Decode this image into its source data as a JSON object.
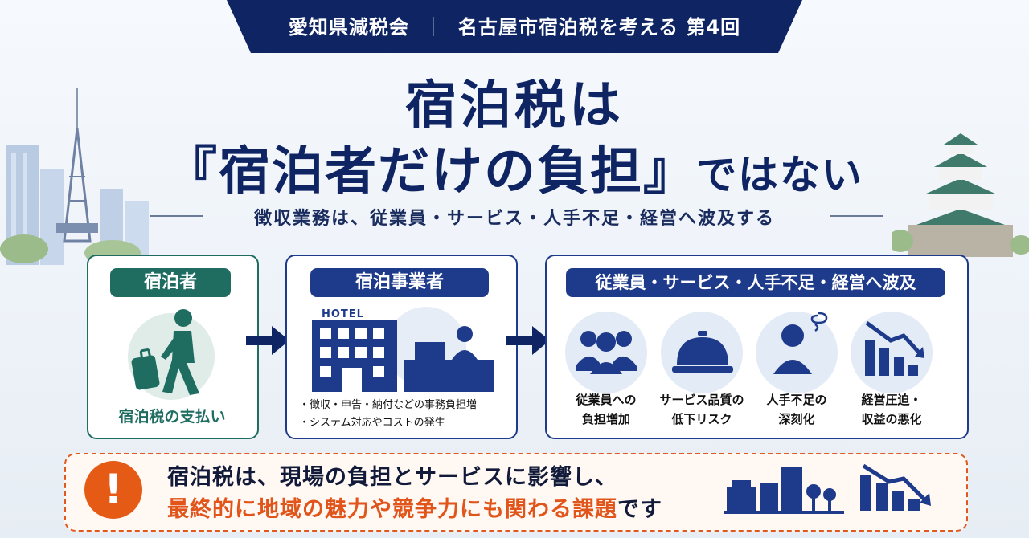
{
  "header": {
    "org": "愛知県減税会",
    "separator": "｜",
    "series": "名古屋市宿泊税を考える 第4回"
  },
  "title": {
    "line1": "宿泊税は",
    "line2_open": "『",
    "line2_main": "宿泊者だけの負担",
    "line2_close": "』",
    "line2_tail": "ではない"
  },
  "subtitle": "徴収業務は、従業員・サービス・人手不足・経営へ波及する",
  "guest_panel": {
    "label": "宿泊者",
    "caption": "宿泊税の支払い"
  },
  "operator_panel": {
    "label": "宿泊事業者",
    "hotel_sign": "HOTEL",
    "bullets": [
      "徴収・申告・納付などの事務負担増",
      "システム対応やコストの発生"
    ]
  },
  "impact_panel": {
    "label": "従業員・サービス・人手不足・経営へ波及",
    "items": [
      {
        "line1": "従業員への",
        "line2": "負担増加",
        "icon": "people-icon"
      },
      {
        "line1": "サービス品質の",
        "line2": "低下リスク",
        "icon": "service-bell-icon"
      },
      {
        "line1": "人手不足の",
        "line2": "深刻化",
        "icon": "stressed-person-icon"
      },
      {
        "line1": "経営圧迫・",
        "line2": "収益の悪化",
        "icon": "declining-chart-icon"
      }
    ]
  },
  "callout": {
    "mark": "!",
    "line1": "宿泊税は、現場の負担とサービスに影響し、",
    "line2_highlight": "最終的に地域の魅力や競争力にも関わる課題",
    "line2_tail": "です"
  },
  "colors": {
    "navy": "#0e2463",
    "panel_navy": "#1e3a8a",
    "green": "#1f6d61",
    "orange": "#e55a15"
  }
}
